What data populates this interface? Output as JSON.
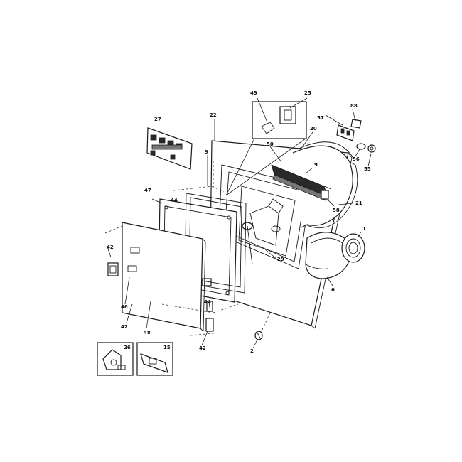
{
  "callouts": {
    "c1": "1",
    "c2": "2",
    "c6": "6",
    "c9a": "9",
    "c9b": "9",
    "c15": "15",
    "c20": "20",
    "c21": "21",
    "c22": "22",
    "c25": "25",
    "c26": "26",
    "c27": "27",
    "c29": "29",
    "c42a": "42",
    "c42b": "42",
    "c42c": "42",
    "c44a": "44",
    "c44b": "44",
    "c46": "46",
    "c47": "47",
    "c48": "48",
    "c49": "49",
    "c50": "50",
    "c55": "55",
    "c56": "56",
    "c57": "57",
    "c58": "58",
    "c88": "88"
  }
}
